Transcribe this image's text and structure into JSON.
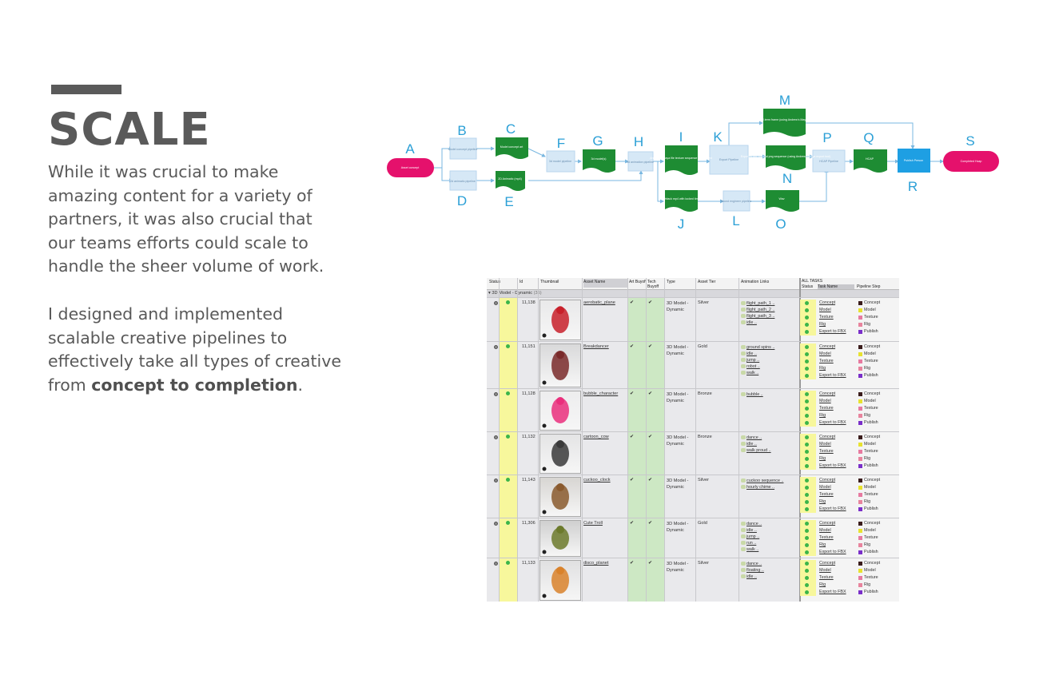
{
  "slide": {
    "title": "SCALE",
    "paragraph1": "While it was crucial to make amazing content for a variety of partners, it was also crucial that our teams efforts could scale to handle the sheer volume of work.",
    "paragraph2_prefix": "I designed and implemented scalable creative pipelines to effectively take all types of creative from ",
    "paragraph2_bold": "concept to completion",
    "paragraph2_suffix": "."
  },
  "flowchart": {
    "letters": [
      "A",
      "B",
      "C",
      "D",
      "E",
      "F",
      "G",
      "H",
      "I",
      "J",
      "K",
      "L",
      "M",
      "N",
      "O",
      "P",
      "Q",
      "R",
      "S"
    ],
    "nodes": {
      "A": "Asset concept",
      "B": "Model concept pipeline",
      "C": "Model concept art",
      "D": "2d animatic pipeline",
      "E": "2D Animatic (mp4)",
      "F": "3d model pipeline",
      "G": "3d model(s)",
      "H": "3d animation pipeline",
      "I": "Animated Maya file texture sequence if you used",
      "J": "Playblack mp4 with locked timing",
      "K": "Export Pipeline",
      "L": "Sound engineer pipeline",
      "M": "Static FBX Off-term frame (using Andrew's Maya export tool)",
      "N": "Exported obj, mtl and png sequence (using Andrew's Maya export tool)",
      "O": "Wav",
      "P": "HCAP Pipeline",
      "Q": "HCAP",
      "R": "Publish Person",
      "S": "Completed Hcap"
    },
    "colors": {
      "pink": "#e5116c",
      "green": "#1e8c33",
      "light": "#d6e8f6",
      "blue": "#1e9fe3",
      "arrow": "#79b7e0",
      "letter": "#2a9fd6"
    }
  },
  "table": {
    "headers": [
      "Status",
      "Id",
      "Thumbnail",
      "Asset Name",
      "Art Buyoff",
      "Tech Buyoff",
      "Type",
      "Asset Tier",
      "Animation Links",
      "ALL TASKS",
      "Status",
      "Task Name",
      "Pipeline Step"
    ],
    "group_label": "3D Model - Dynamic",
    "group_count": "(35)",
    "task_names": [
      "Concept",
      "Model",
      "Texture",
      "Rig",
      "Export to FBX"
    ],
    "pipeline_steps": [
      "Concept",
      "Model",
      "Texture",
      "Rig",
      "Publish"
    ],
    "step_colors": [
      "#3a1c1c",
      "#e8e230",
      "#e77aa0",
      "#e8849d",
      "#7a2fc9"
    ],
    "rows": [
      {
        "id": "11,138",
        "name": "aerobatic_plane",
        "type": "3D Model - Dynamic",
        "tier": "Silver",
        "anims": [
          "flight_path_1 ..",
          "flight_path_2 ..",
          "flight_path_3 ..",
          "idle .."
        ]
      },
      {
        "id": "11,151",
        "name": "Breakdancer",
        "type": "3D Model - Dynamic",
        "tier": "Gold",
        "anims": [
          "ground spins ..",
          "idle ..",
          "jump ..",
          "robot ..",
          "walk .."
        ]
      },
      {
        "id": "11,128",
        "name": "bubble_character",
        "type": "3D Model - Dynamic",
        "tier": "Bronze",
        "anims": [
          "bubble .."
        ]
      },
      {
        "id": "11,132",
        "name": "cartoon_cow",
        "type": "3D Model - Dynamic",
        "tier": "Bronze",
        "anims": [
          "dance ..",
          "idle ..",
          "walk proud .."
        ]
      },
      {
        "id": "11,143",
        "name": "cuckoo_clock",
        "type": "3D Model - Dynamic",
        "tier": "Silver",
        "anims": [
          "cuckoo sequence ..",
          "hourly chime .."
        ]
      },
      {
        "id": "11,306",
        "name": "Cute Troll",
        "type": "3D Model - Dynamic",
        "tier": "Gold",
        "anims": [
          "dance ..",
          "idle ..",
          "jump ..",
          "run ..",
          "walk .."
        ]
      },
      {
        "id": "11,133",
        "name": "disco_planet",
        "type": "3D Model - Dynamic",
        "tier": "Silver",
        "anims": [
          "dance ..",
          "floating ..",
          "idle .."
        ]
      }
    ]
  }
}
